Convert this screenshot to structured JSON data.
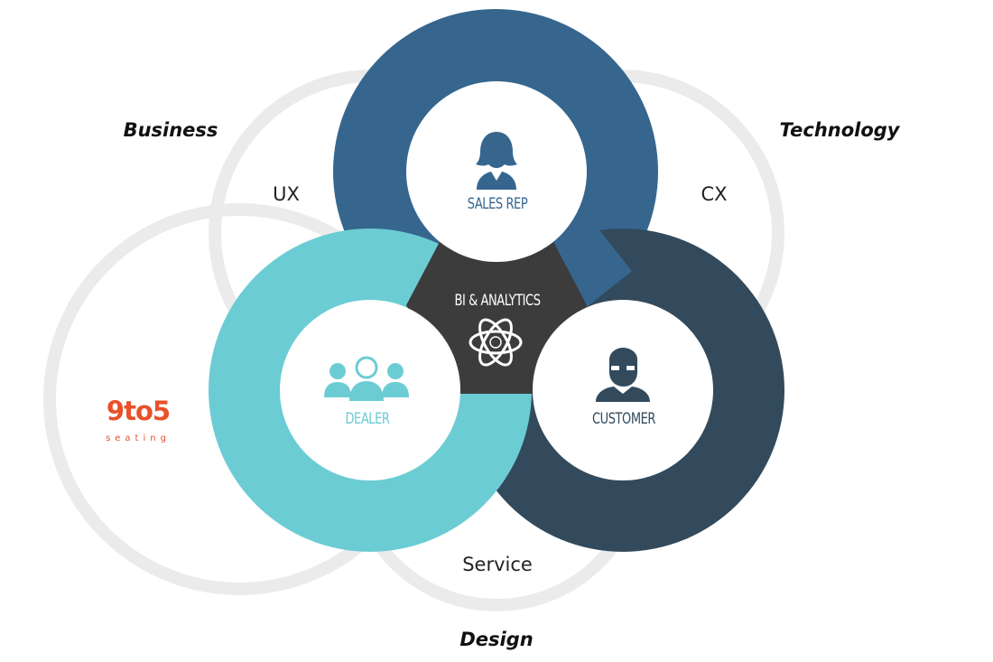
{
  "categories": {
    "business": "Business",
    "technology": "Technology",
    "design": "Design"
  },
  "areas": {
    "ux": "UX",
    "cx": "CX",
    "service": "Service"
  },
  "nodes": {
    "sales_rep": "SALES REP",
    "dealer": "DEALER",
    "customer": "CUSTOMER",
    "center": "BI & ANALYTICS"
  },
  "logo": {
    "main": "9to5",
    "sub": "seating"
  },
  "colors": {
    "sales_rep": "#36668e",
    "dealer": "#6cccd4",
    "customer": "#324a5c",
    "center": "#3c3c3c",
    "gray_ring": "#ebebeb",
    "logo": "#e8512a"
  }
}
